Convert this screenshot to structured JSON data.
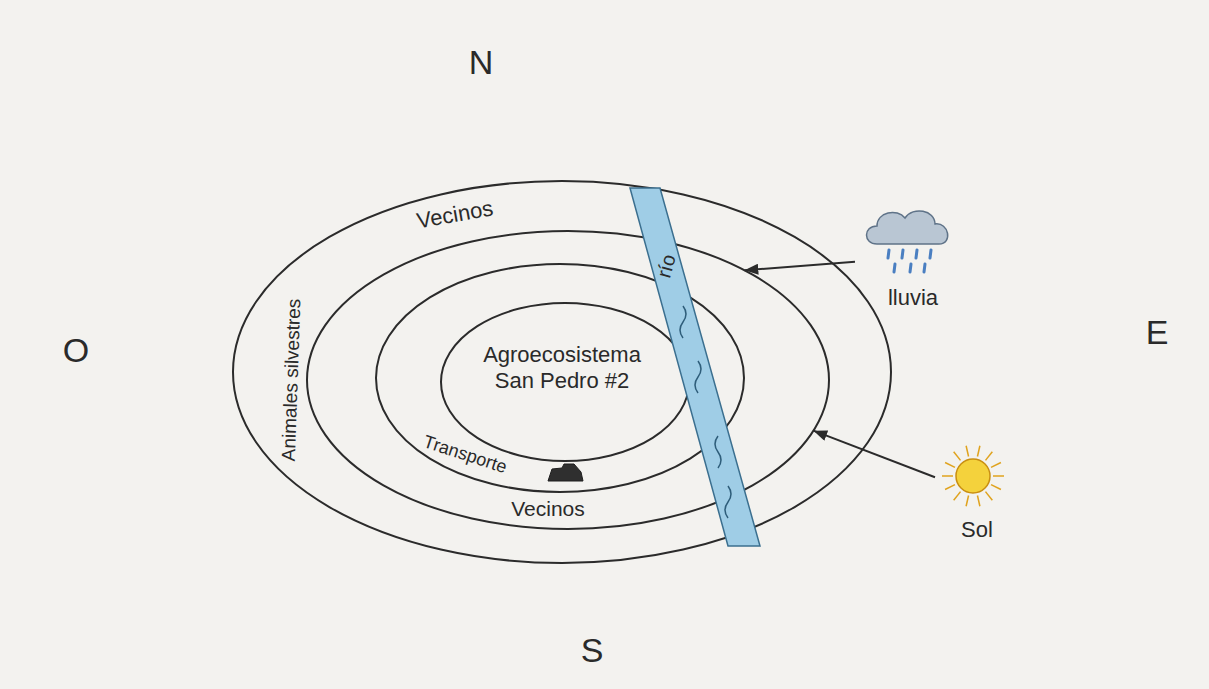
{
  "diagram": {
    "nodes": [
      {
        "text": [
          "Animales silvestres"
        ]
      },
      {
        "text": [
          "Vecinos",
          "Vecinos"
        ],
        "in": 0
      },
      {
        "text": [
          "Transporte"
        ],
        "in": 1
      },
      {
        "text": [
          "Agroecosistema San Pedro #2"
        ],
        "in": 2
      },
      {
        "text": [
          "río"
        ]
      },
      {
        "text": [
          "lluvia"
        ]
      },
      {
        "text": [
          "Sol"
        ]
      }
    ],
    "edges": [
      {
        "from": 5,
        "to": 1,
        "arrow": "to"
      },
      {
        "from": 6,
        "to": 1,
        "arrow": "to"
      }
    ],
    "labels": [
      "N",
      "O",
      "E",
      "S"
    ]
  }
}
